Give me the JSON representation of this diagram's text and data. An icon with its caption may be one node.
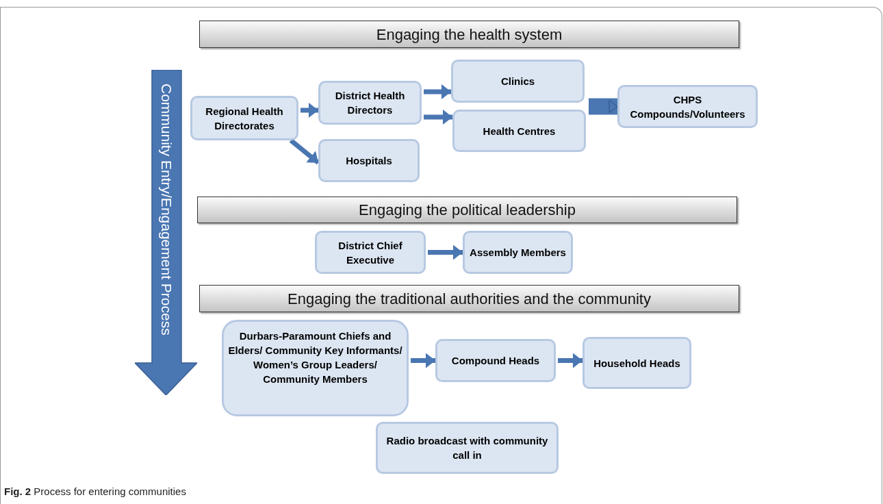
{
  "diagram": {
    "caption": "**Fig. 2** Process for entering communities",
    "nodes": [
      {
        "text": [
          "Engaging the health system"
        ]
      },
      {
        "text": [
          "Community Entry/Engagement Process"
        ]
      },
      {
        "text": [
          "Regional Health Directorates"
        ]
      },
      {
        "text": [
          "District Health Directors"
        ]
      },
      {
        "text": [
          "Hospitals"
        ]
      },
      {
        "text": [
          "Clinics"
        ]
      },
      {
        "text": [
          "Health Centres"
        ]
      },
      {
        "text": [
          "CHPS Compounds/Volunteers"
        ]
      },
      {
        "text": [
          "Engaging the political leadership"
        ]
      },
      {
        "text": [
          "District Chief Executive"
        ]
      },
      {
        "text": [
          "Assembly Members"
        ]
      },
      {
        "text": [
          "Engaging the traditional authorities and the community"
        ]
      },
      {
        "text": [
          "Durbars-Paramount Chiefs and Elders/ Community Key Informants/ Women’s Group Leaders/ Community Members"
        ]
      },
      {
        "text": [
          "Compound Heads"
        ]
      },
      {
        "text": [
          "Household Heads"
        ]
      },
      {
        "text": [
          "Radio broadcast with community call in"
        ]
      }
    ],
    "edges": [
      {
        "from": 2,
        "to": 3,
        "arrow": "to"
      },
      {
        "from": 2,
        "to": 4,
        "arrow": "to"
      },
      {
        "from": 3,
        "to": 5,
        "arrow": "to"
      },
      {
        "from": 3,
        "to": 6,
        "arrow": "to"
      },
      {
        "from": 5,
        "to": 7,
        "arrow": "to",
        "style": "thick"
      },
      {
        "from": 6,
        "to": 7,
        "arrow": "to",
        "style": "thick"
      },
      {
        "from": 9,
        "to": 10,
        "arrow": "to"
      },
      {
        "from": 12,
        "to": 13,
        "arrow": "to"
      },
      {
        "from": 13,
        "to": 14,
        "arrow": "to"
      }
    ]
  }
}
